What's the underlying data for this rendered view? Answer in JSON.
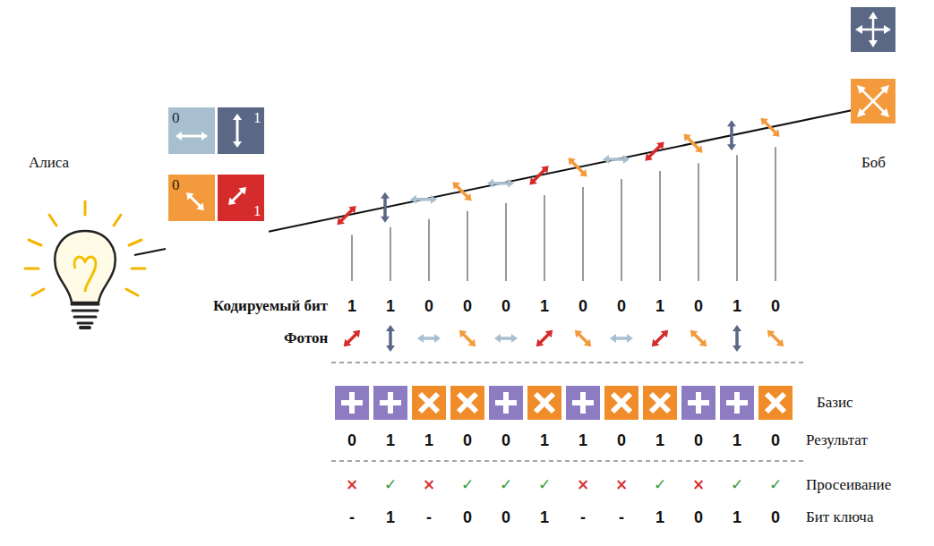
{
  "diagram": {
    "nodes": [
      {
        "text": [
          "0"
        ]
      },
      {
        "text": [
          "1"
        ]
      },
      {
        "text": [
          "0"
        ]
      },
      {
        "text": [
          "1"
        ]
      }
    ],
    "labels": [
      "Алиса",
      "Боб",
      "Кодируемый бит",
      "1",
      "1",
      "0",
      "0",
      "0",
      "1",
      "0",
      "0",
      "1",
      "0",
      "1",
      "0",
      "Фотон",
      "Базис",
      "0",
      "1",
      "1",
      "0",
      "0",
      "1",
      "1",
      "0",
      "1",
      "0",
      "1",
      "0",
      "Результат",
      "×",
      "✓",
      "×",
      "✓",
      "✓",
      "✓",
      "×",
      "×",
      "✓",
      "×",
      "✓",
      "✓",
      "Просеивание",
      "-",
      "1",
      "-",
      "0",
      "0",
      "1",
      "-",
      "-",
      "1",
      "0",
      "1",
      "0",
      "Бит ключа"
    ]
  }
}
